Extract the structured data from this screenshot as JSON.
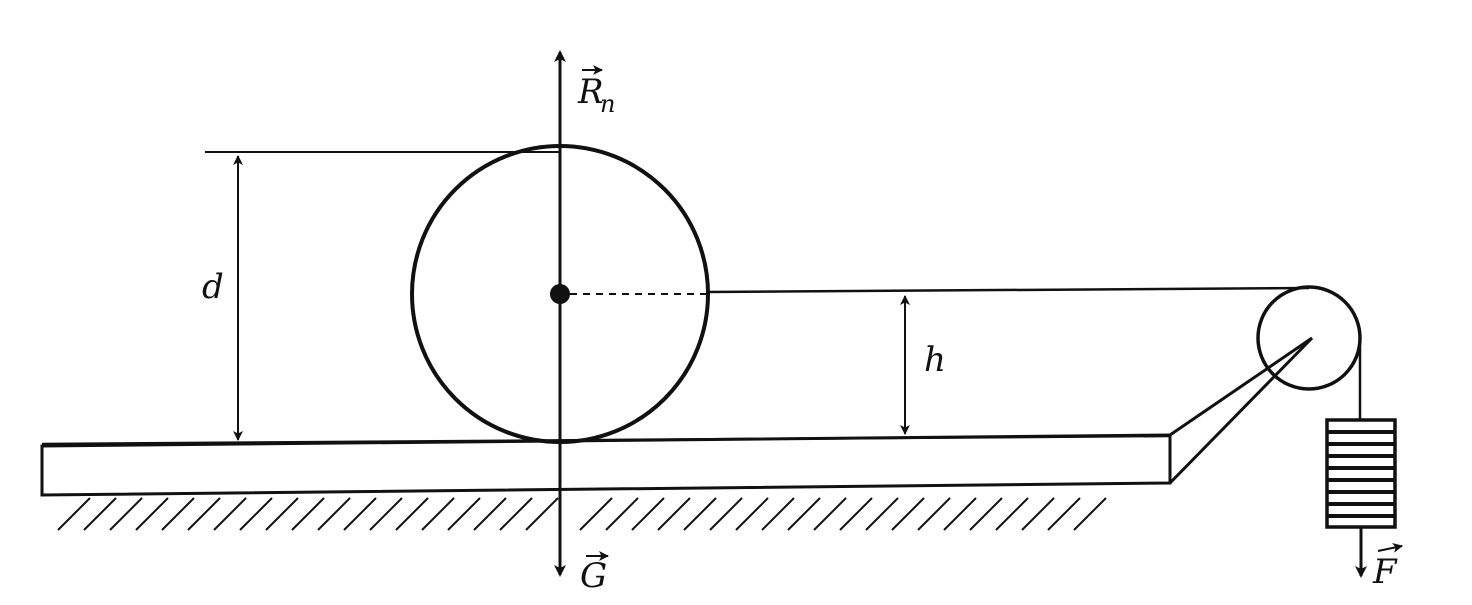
{
  "labels": {
    "normal_force": "R",
    "normal_force_subscript": "n",
    "weight": "G",
    "applied_force": "F",
    "diameter": "d",
    "height": "h"
  },
  "colors": {
    "ink": "#111111",
    "background": "#ffffff"
  }
}
